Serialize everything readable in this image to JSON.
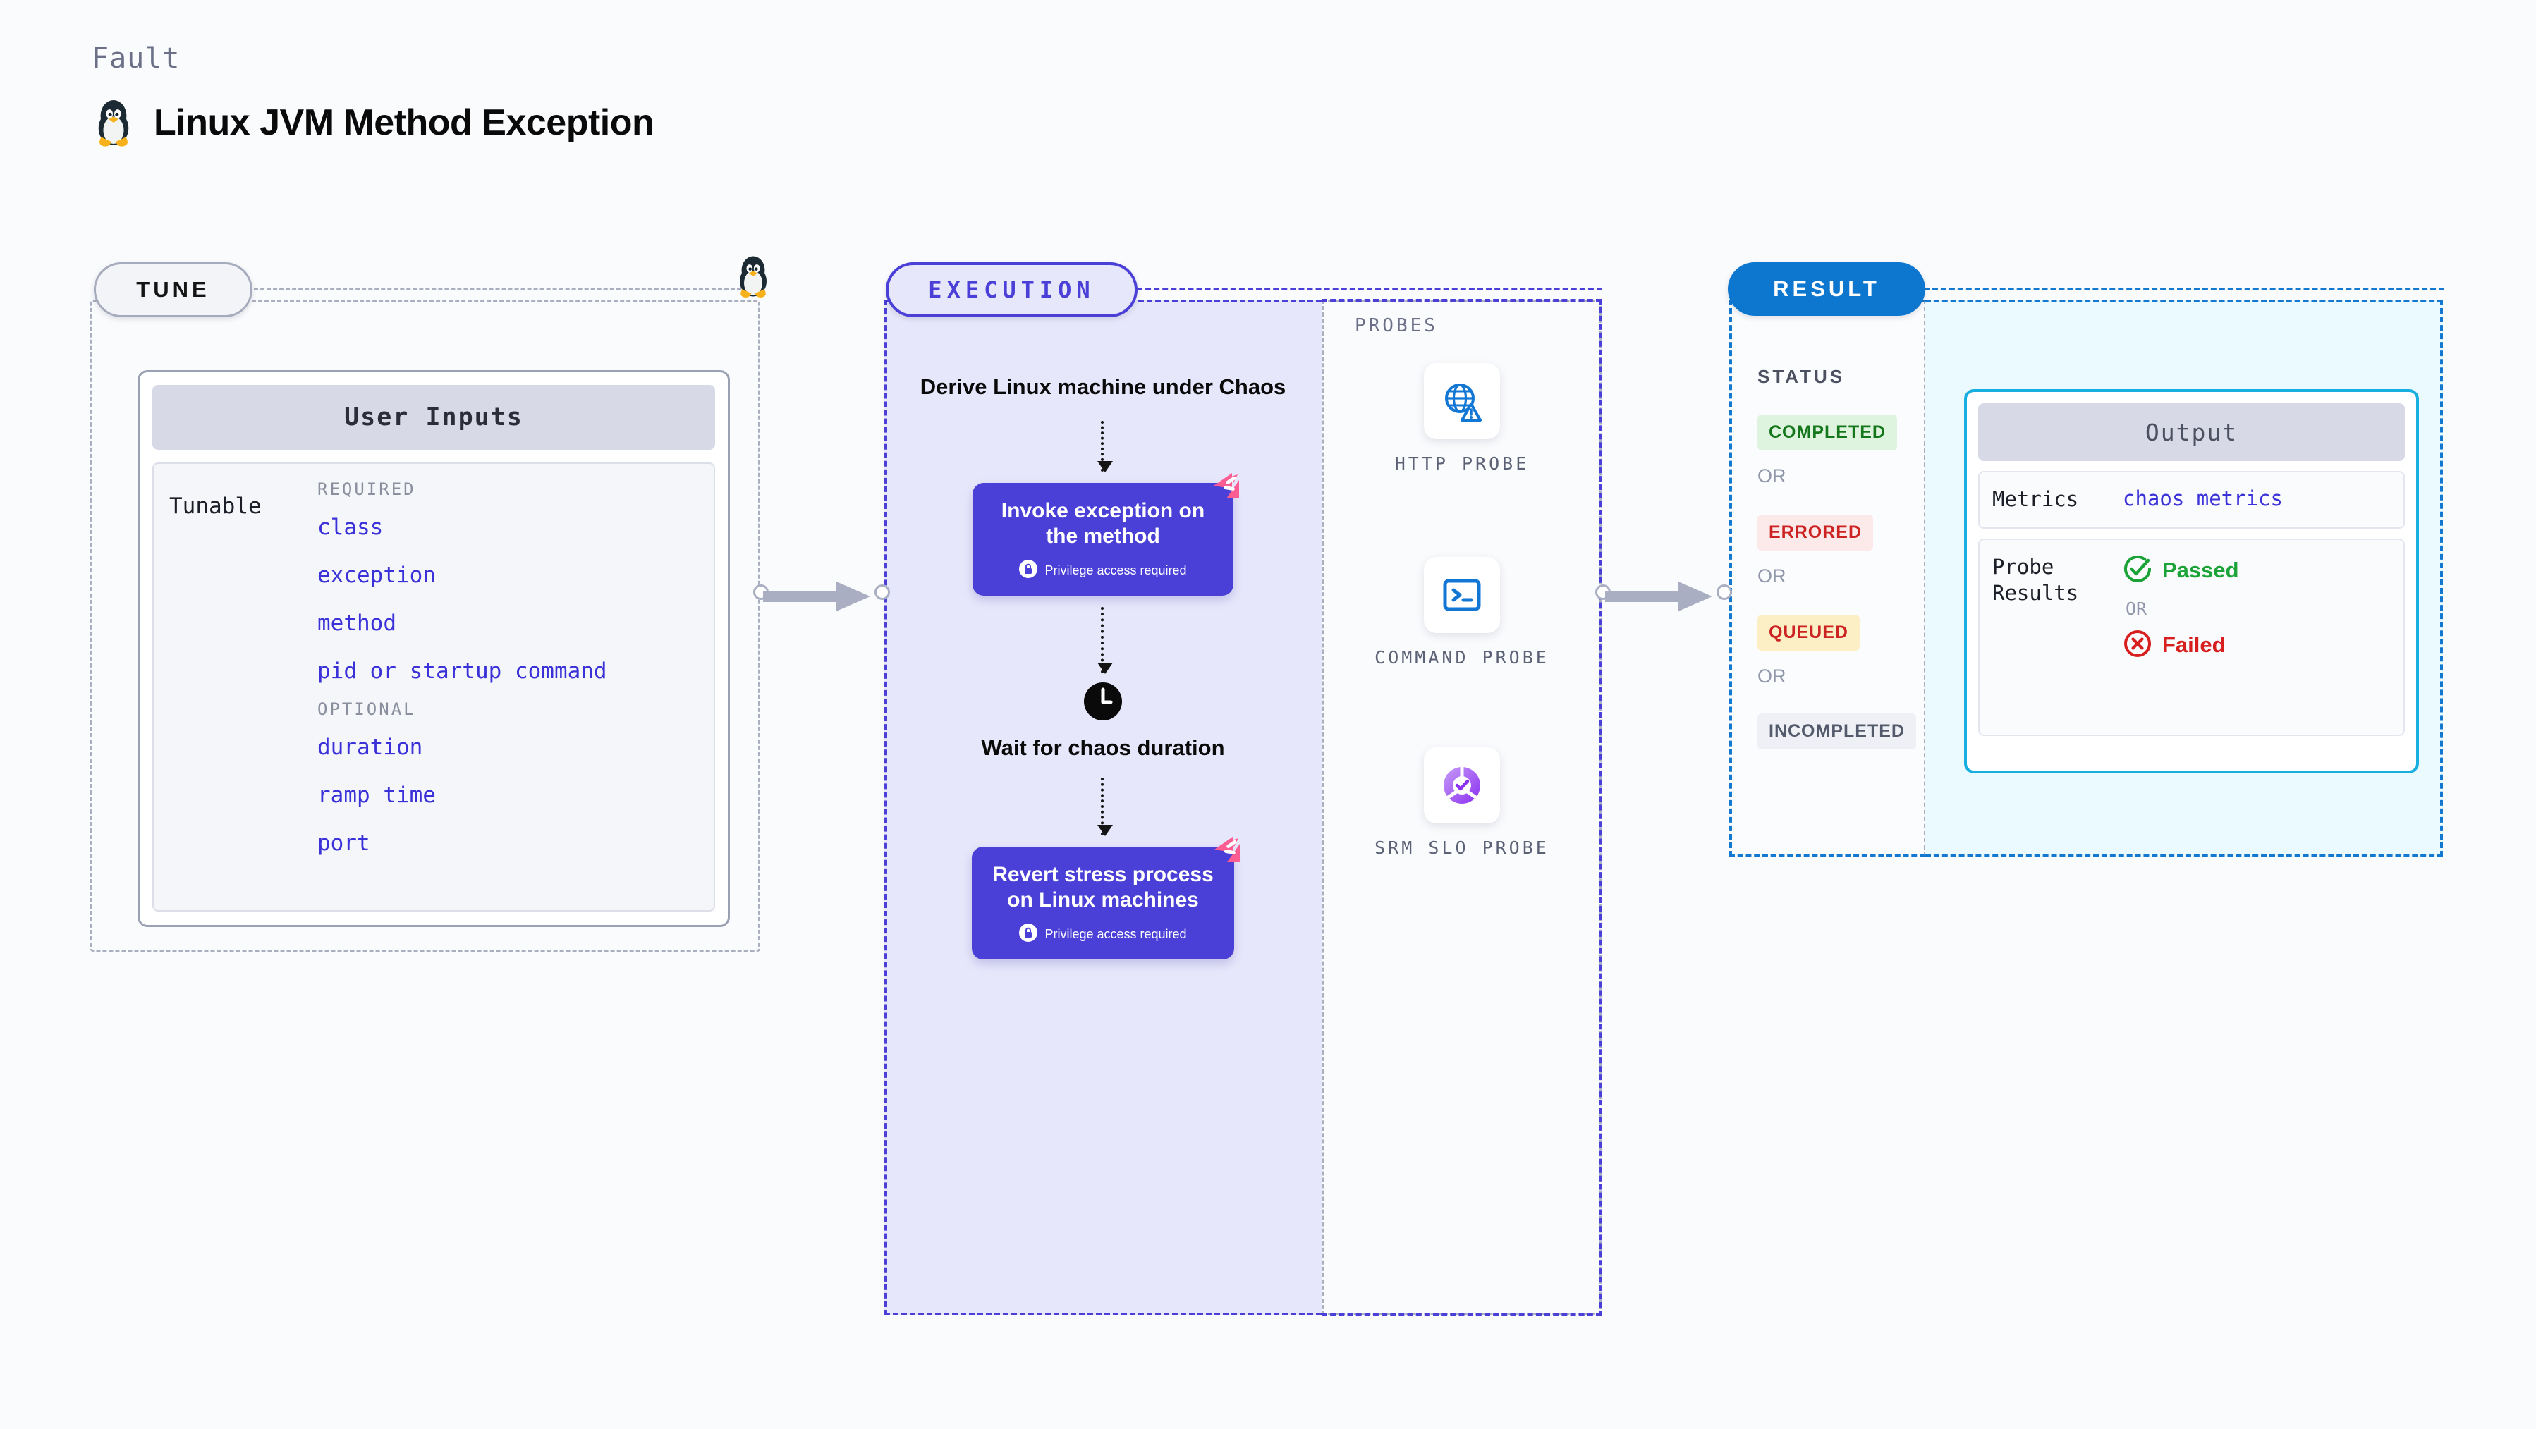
{
  "header": {
    "kicker": "Fault",
    "title": "Linux JVM Method Exception",
    "icon": "tux-penguin-icon"
  },
  "stages": {
    "tune": {
      "badge": "TUNE"
    },
    "execution": {
      "badge": "EXECUTION"
    },
    "result": {
      "badge": "RESULT"
    }
  },
  "tune": {
    "card_title": "User Inputs",
    "tunable_label": "Tunable",
    "groups": [
      {
        "heading": "REQUIRED",
        "items": [
          "class",
          "exception",
          "method",
          "pid or startup command"
        ]
      },
      {
        "heading": "OPTIONAL",
        "items": [
          "duration",
          "ramp time",
          "port"
        ]
      }
    ]
  },
  "execution": {
    "intro": "Derive Linux machine under Chaos",
    "step_1": {
      "label": "Invoke exception on the method",
      "privilege": "Privilege access required",
      "badge_icon": "litmus-logo-icon",
      "lock_icon": "lock-icon"
    },
    "wait": {
      "label": "Wait for chaos duration",
      "icon": "clock-icon"
    },
    "step_2": {
      "label": "Revert stress process on Linux machines",
      "privilege": "Privilege access required",
      "badge_icon": "litmus-logo-icon",
      "lock_icon": "lock-icon"
    }
  },
  "probes": {
    "title": "PROBES",
    "items": [
      {
        "name": "HTTP PROBE",
        "icon": "globe-warning-icon"
      },
      {
        "name": "COMMAND PROBE",
        "icon": "terminal-icon"
      },
      {
        "name": "SRM SLO PROBE",
        "icon": "slo-donut-check-icon"
      }
    ]
  },
  "result": {
    "status_title": "STATUS",
    "or": "OR",
    "statuses": [
      {
        "label": "COMPLETED",
        "bg": "#dff4df",
        "fg": "#15771c"
      },
      {
        "label": "ERRORED",
        "bg": "#fce9e9",
        "fg": "#cc2222"
      },
      {
        "label": "QUEUED",
        "bg": "#fcefc6",
        "fg": "#cc2222"
      },
      {
        "label": "INCOMPLETED",
        "bg": "#eff0f5",
        "fg": "#535a6b"
      }
    ],
    "output": {
      "card_title": "Output",
      "metrics_key": "Metrics",
      "metrics_value": "chaos metrics",
      "probe_key": "Probe Results",
      "passed": "Passed",
      "failed": "Failed",
      "or": "OR",
      "passed_icon": "check-circle-icon",
      "failed_icon": "x-circle-icon"
    }
  },
  "colors": {
    "indigo": "#4a3fd6",
    "result_blue": "#0d77cf",
    "output_border": "#18aee0",
    "probe_blue": "#1277d4",
    "litmus_pink": "#fb5c92",
    "mono_value": "#3a31d8"
  }
}
